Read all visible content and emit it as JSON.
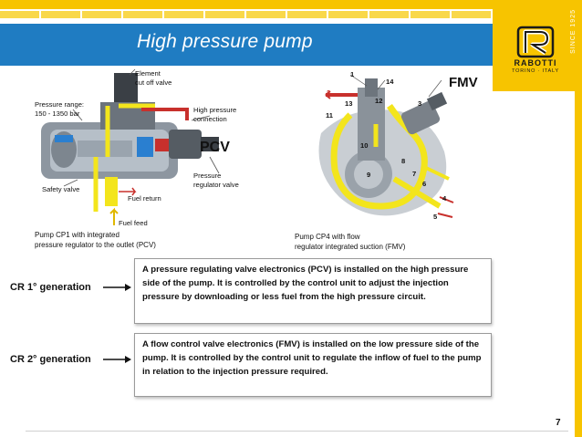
{
  "slide": {
    "title": "High pressure pump",
    "page_number": "7"
  },
  "logo": {
    "name": "RABOTTI",
    "sub": "TORINO · ITALY",
    "since": "SINCE 1925"
  },
  "left_figure": {
    "labels": {
      "element_cutoff": "Element\ncut off valve",
      "pressure_range": "Pressure range:\n150 - 1350 bar",
      "hp_connection": "High pressure\nconnection",
      "pcv": "PCV",
      "pressure_regulator": "Pressure\nregulator valve",
      "safety_valve": "Safety valve",
      "fuel_return": "Fuel return",
      "fuel_feed": "Fuel feed"
    },
    "caption": "Pump CP1 with integrated\npressure regulator to the outlet (PCV)"
  },
  "right_figure": {
    "labels": {
      "fmv": "FMV",
      "numbers": [
        "1",
        "14",
        "2",
        "13",
        "12",
        "3",
        "11",
        "10",
        "9",
        "8",
        "7",
        "6",
        "4",
        "5"
      ]
    },
    "caption": "Pump CP4 with flow\nregulator integrated suction (FMV)"
  },
  "rows": [
    {
      "generation": "CR 1° generation",
      "text": "A pressure regulating valve electronics (PCV) is installed on the high pressure side of the pump. It is controlled by the control unit to adjust the injection pressure by downloading or less fuel from the high pressure circuit."
    },
    {
      "generation": "CR 2° generation",
      "text": "A flow control valve electronics (FMV) is installed on the low pressure side of the pump. It is controlled by the control unit to regulate the inflow of fuel to the pump in relation to the injection pressure required."
    }
  ],
  "colors": {
    "accent_yellow": "#f7c400",
    "header_blue": "#1f7cc2",
    "fuel_yellow": "#f3e51c",
    "hp_red": "#c8302c",
    "low_blue": "#2a7fd0"
  }
}
